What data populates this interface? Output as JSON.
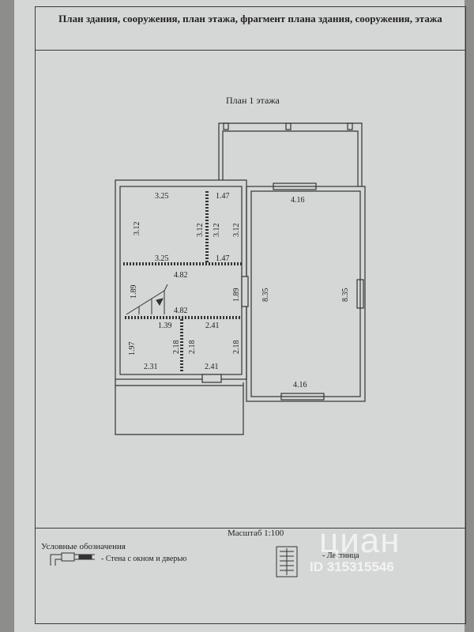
{
  "header": {
    "title": "План здания, сооружения, план этажа, фрагмент плана здания, сооружения, этажа"
  },
  "plan": {
    "title": "План 1 этажа",
    "dimensions": {
      "top_left_room_width": "3.25",
      "top_small_room_width": "1.47",
      "big_room_top_width": "4.16",
      "left_room_height": "3.12",
      "partition_height_a": "3.12",
      "partition_height_b": "3.12",
      "small_room_height": "3.12",
      "left_room_bottom_width": "3.25",
      "small_room_bottom_width": "1.47",
      "hall_width": "4.82",
      "stair_height": "1.89",
      "hall_height": "1.89",
      "stair_width": "4.82",
      "big_room_height_left": "8.35",
      "big_room_height_right": "8.35",
      "bath_width": "1.39",
      "kitchen_top_width": "2.41",
      "bath_height": "1.97",
      "bath_partition_a": "2.18",
      "bath_partition_b": "2.18",
      "kitchen_height": "2.18",
      "bottom_left_width": "2.31",
      "kitchen_bottom_width": "2.41",
      "big_room_bottom_width": "4.16"
    }
  },
  "footer": {
    "scale": "Масштаб 1:100",
    "legend_title": "Условные обозначения",
    "legend_wall": "- Стена с окном и дверью",
    "legend_stair": "- Лестница"
  },
  "watermark": {
    "brand": "циан",
    "id": "ID 315315546"
  }
}
